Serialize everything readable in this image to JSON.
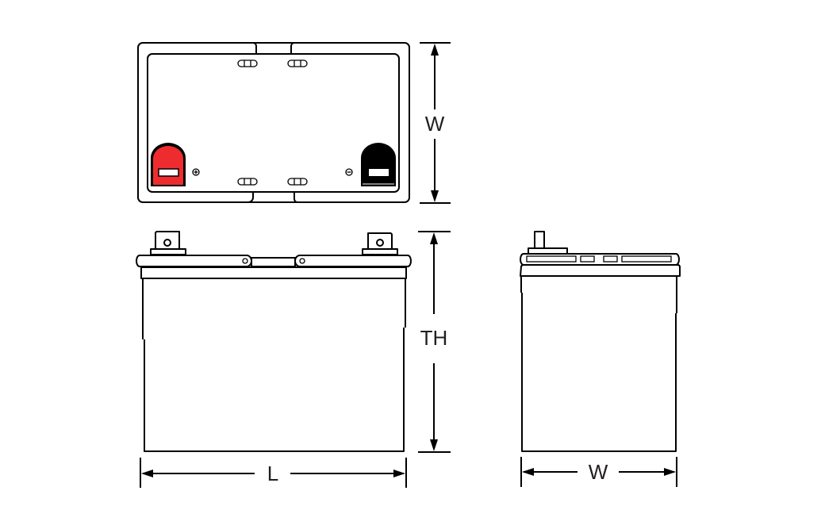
{
  "diagram": {
    "subject": "battery-dimensions",
    "views": [
      "top-view",
      "front-view",
      "side-view"
    ],
    "colors": {
      "positive_terminal": "#ee2c2f",
      "negative_terminal": "#000000",
      "line": "#000000",
      "label": "#231f20"
    },
    "dimensions": {
      "top_width_label": "W",
      "total_height_label": "TH",
      "length_label": "L",
      "side_width_label": "W"
    },
    "terminal_marks": {
      "positive": "+",
      "negative": "−"
    }
  }
}
